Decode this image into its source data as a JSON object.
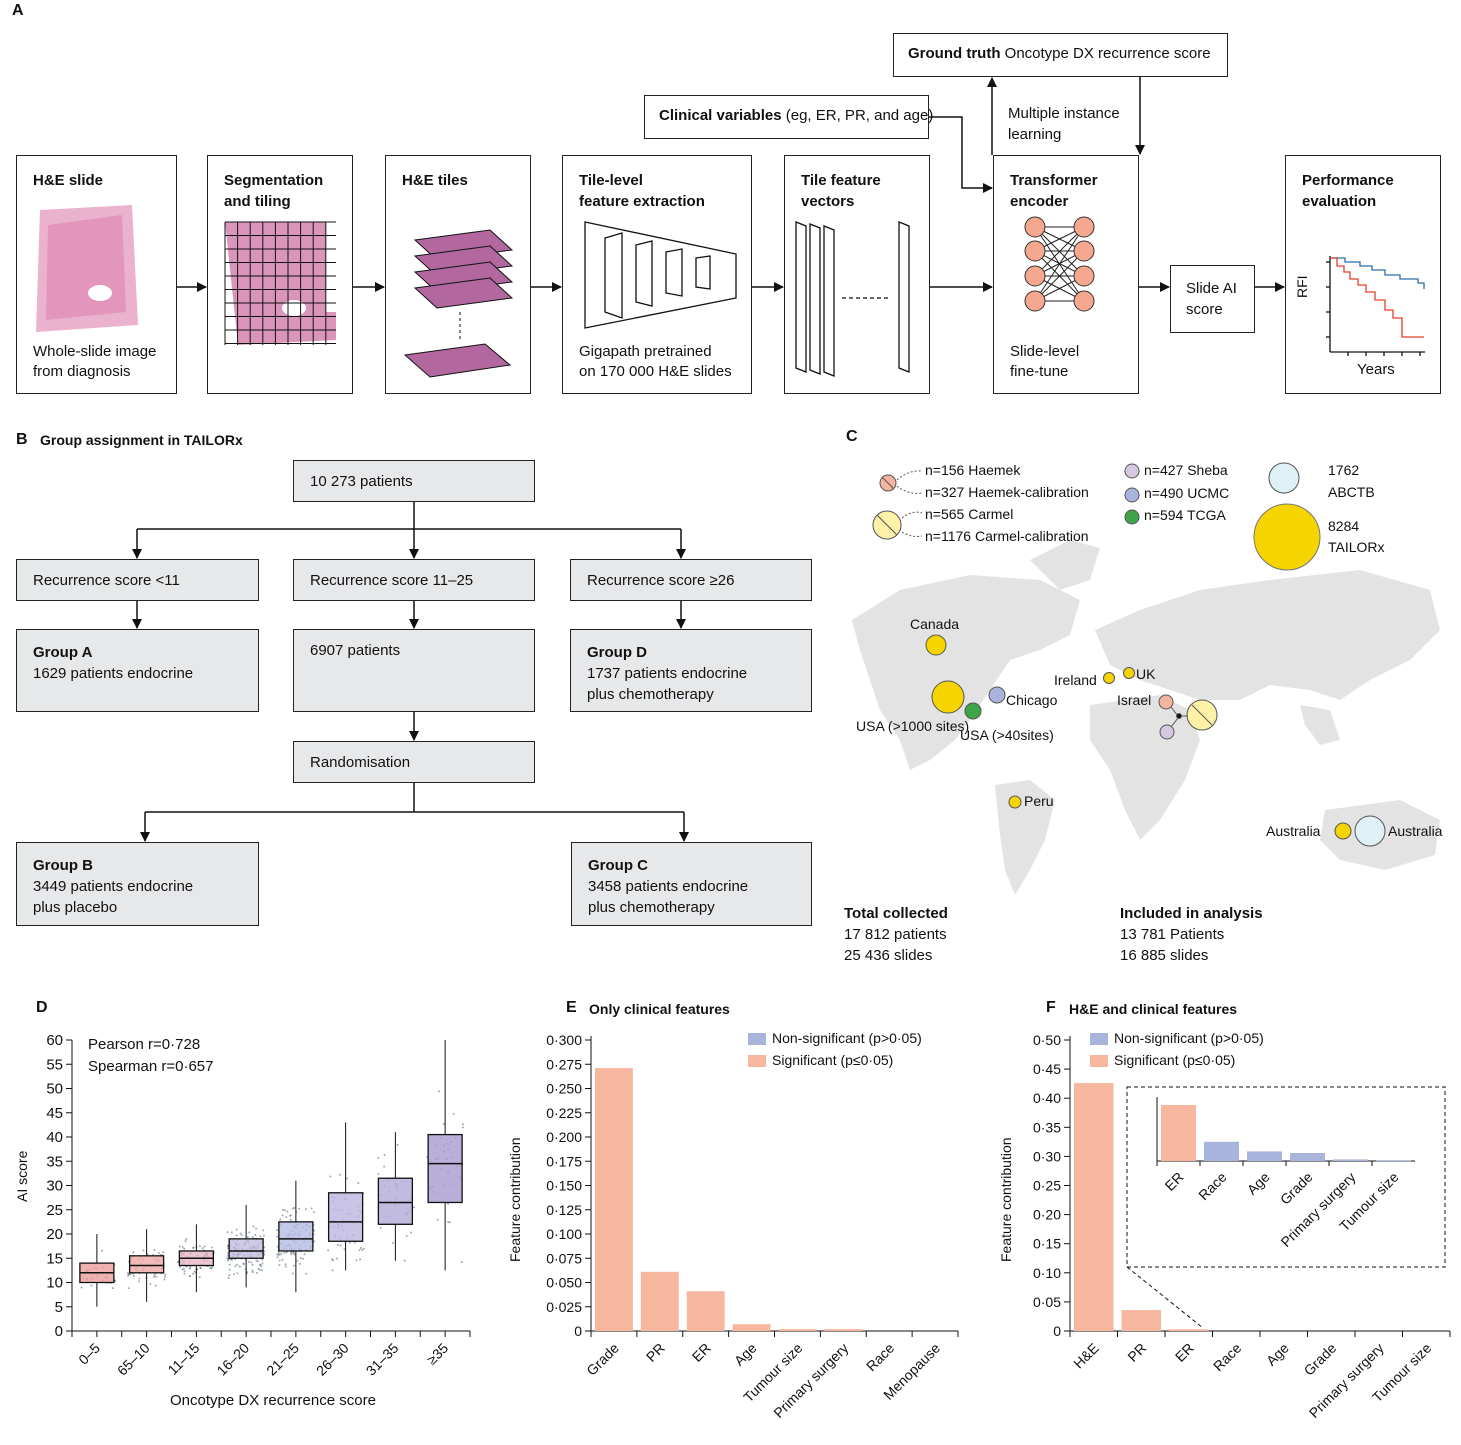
{
  "panel_a": {
    "label": "A",
    "ground_truth": {
      "bold": "Ground truth",
      "text": "Oncotype DX recurrence score"
    },
    "clinical": {
      "bold": "Clinical variables",
      "text": "(eg, ER, PR, and age)"
    },
    "mil": "Multiple instance\nlearning",
    "steps": [
      {
        "title": "H&E slide",
        "caption": "Whole-slide image\nfrom diagnosis"
      },
      {
        "title": "Segmentation\nand tiling",
        "caption": ""
      },
      {
        "title": "H&E tiles",
        "caption": ""
      },
      {
        "title": "Tile-level\nfeature extraction",
        "caption": "Gigapath pretrained\non 170 000 H&E slides"
      },
      {
        "title": "Tile feature\nvectors",
        "caption": ""
      },
      {
        "title": "Transformer\nencoder",
        "caption": "Slide-level\nfine-tune"
      },
      {
        "title": "Performance\nevaluation",
        "caption": ""
      }
    ],
    "slide_ai": "Slide AI\nscore",
    "km_ylabel": "RFI",
    "km_xlabel": "Years"
  },
  "panel_b": {
    "label": "B",
    "title": "Group assignment in TAILORx",
    "total": "10 273 patients",
    "rs_low": "Recurrence score <11",
    "rs_mid": "Recurrence score 11–25",
    "rs_high": "Recurrence score ≥26",
    "group_a": {
      "title": "Group A",
      "text": "1629 patients endocrine"
    },
    "mid_patients": "6907 patients",
    "group_d": {
      "title": "Group D",
      "text": "1737 patients endocrine\n      plus chemotherapy"
    },
    "randomisation": "Randomisation",
    "group_b": {
      "title": "Group B",
      "text": "3449 patients endocrine\n      plus placebo"
    },
    "group_c": {
      "title": "Group C",
      "text": "3458 patients endocrine\n      plus chemotherapy"
    }
  },
  "panel_c": {
    "label": "C",
    "legend": {
      "haemek": "n=156 Haemek",
      "haemek_cal": "n=327 Haemek-calibration",
      "carmel": "n=565 Carmel",
      "carmel_cal": "n=1176 Carmel-calibration",
      "sheba": "n=427 Sheba",
      "ucmc": "n=490 UCMC",
      "tcga": "n=594 TCGA",
      "abctb_n": "1762",
      "abctb": "ABCTB",
      "tailorx_n": "8284",
      "tailorx": "TAILORx"
    },
    "places": {
      "canada": "Canada",
      "usa1": "USA\n(>1000 sites)",
      "chicago": "Chicago",
      "usa2": "USA\n(>40sites)",
      "ireland": "Ireland",
      "uk": "UK",
      "israel": "Israel",
      "peru": "Peru",
      "australia1": "Australia",
      "australia2": "Australia"
    },
    "total_title": "Total collected",
    "total_patients": "17 812 patients",
    "total_slides": "25 436 slides",
    "incl_title": "Included in analysis",
    "incl_patients": "13 781 Patients",
    "incl_slides": "16 885 slides",
    "colors": {
      "haemek": "#f4b5a0",
      "carmel": "#fdf2a8",
      "yellow": "#f5d400",
      "sheba": "#d6c8e0",
      "ucmc": "#a9b4dc",
      "tcga": "#3fa447",
      "abctb": "#dff0f6",
      "map": "#e3e3e3"
    }
  },
  "panel_d": {
    "label": "D",
    "pearson": "Pearson r=0·728",
    "spearman": "Spearman r=0·657",
    "ylabel": "AI score",
    "xlabel": "Oncotype DX recurrence score"
  },
  "panel_e": {
    "label": "E",
    "title": "Only clinical features",
    "ylabel": "Feature contribution",
    "legend_ns": "Non-significant (p>0·05)",
    "legend_s": "Significant (p≤0·05)"
  },
  "panel_f": {
    "label": "F",
    "title": "H&E and clinical features",
    "ylabel": "Feature contribution",
    "legend_ns": "Non-significant (p>0·05)",
    "legend_s": "Significant (p≤0·05)"
  },
  "chart_data": [
    {
      "type": "box",
      "panel": "D",
      "xlabel": "Oncotype DX recurrence score",
      "ylabel": "AI score",
      "ylim": [
        0,
        60
      ],
      "yticks": [
        "0",
        "5",
        "10",
        "15",
        "20",
        "25",
        "30",
        "35",
        "40",
        "45",
        "50",
        "55",
        "60"
      ],
      "categories": [
        "0–5",
        "65–10",
        "11–15",
        "16–20",
        "21–25",
        "26–30",
        "31–35",
        "≥35"
      ],
      "boxes": [
        {
          "q1": 10,
          "median": 12,
          "q3": 14,
          "min": 5,
          "max": 20
        },
        {
          "q1": 12,
          "median": 13.5,
          "q3": 15.5,
          "min": 6,
          "max": 21
        },
        {
          "q1": 13.5,
          "median": 15,
          "q3": 16.5,
          "min": 8,
          "max": 22
        },
        {
          "q1": 15,
          "median": 16.5,
          "q3": 19,
          "min": 9,
          "max": 26
        },
        {
          "q1": 16.5,
          "median": 19,
          "q3": 22.5,
          "min": 8,
          "max": 31
        },
        {
          "q1": 18.5,
          "median": 22.5,
          "q3": 28.5,
          "min": 12.5,
          "max": 43
        },
        {
          "q1": 22,
          "median": 26.5,
          "q3": 31.5,
          "min": 14.5,
          "max": 41
        },
        {
          "q1": 26.5,
          "median": 34.5,
          "q3": 40.5,
          "min": 12.5,
          "max": 60
        }
      ],
      "box_colors": [
        "#ec9f9a",
        "#efaaa6",
        "#e8b8c8",
        "#c3bddf",
        "#b5bbe3",
        "#bdb7e0",
        "#b2aad8",
        "#a89bd0"
      ]
    },
    {
      "type": "bar",
      "panel": "E",
      "title": "Only clinical features",
      "ylabel": "Feature contribution",
      "ylim": [
        0,
        0.3
      ],
      "yticks": [
        "0",
        "0·025",
        "0·050",
        "0·075",
        "0·100",
        "0·125",
        "0·150",
        "0·175",
        "0·200",
        "0·225",
        "0·250",
        "0·275",
        "0·300"
      ],
      "categories": [
        "Grade",
        "PR",
        "ER",
        "Age",
        "Tumour size",
        "Primary surgery",
        "Race",
        "Menopause"
      ],
      "values": [
        0.271,
        0.061,
        0.041,
        0.007,
        0.002,
        0.002,
        0,
        0
      ],
      "significant": [
        true,
        true,
        true,
        true,
        true,
        true,
        true,
        true
      ]
    },
    {
      "type": "bar",
      "panel": "F",
      "title": "H&E and clinical features",
      "ylabel": "Feature contribution",
      "ylim": [
        0,
        0.5
      ],
      "yticks": [
        "0",
        "0·05",
        "0·10",
        "0·15",
        "0·20",
        "0·25",
        "0·30",
        "0·35",
        "0·40",
        "0·45",
        "0·50"
      ],
      "categories": [
        "H&E",
        "PR",
        "ER",
        "Race",
        "Age",
        "Grade",
        "Primary surgery",
        "Tumour size"
      ],
      "values": [
        0.426,
        0.036,
        0.003,
        0,
        0,
        0,
        0,
        0
      ],
      "significant": [
        true,
        true,
        true,
        false,
        false,
        false,
        false,
        false
      ],
      "inset": {
        "categories": [
          "ER",
          "Race",
          "Age",
          "Grade",
          "Primary surgery",
          "Tumour size"
        ],
        "values": [
          0.0035,
          0.0012,
          0.0006,
          0.0005,
          0.0001,
          5e-05
        ],
        "significant": [
          true,
          false,
          false,
          false,
          false,
          false
        ]
      }
    }
  ]
}
